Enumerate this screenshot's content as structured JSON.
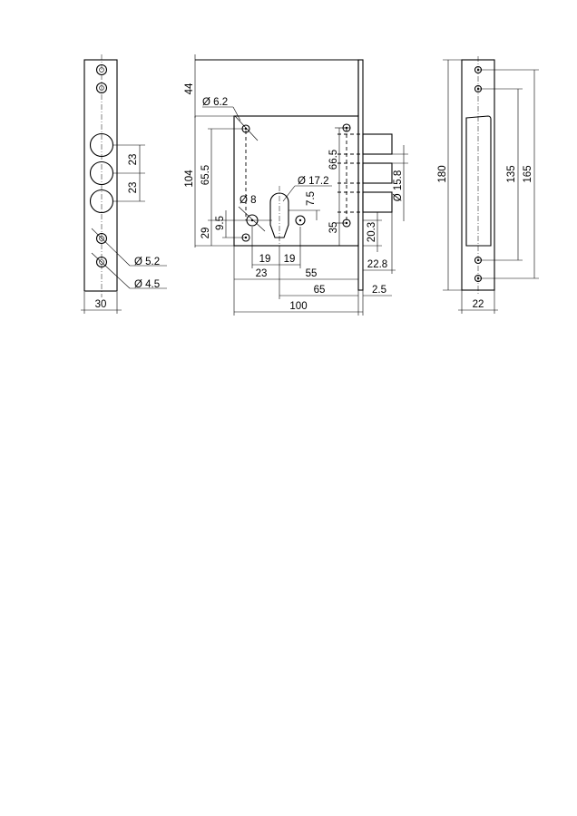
{
  "drawing": {
    "left_view": {
      "dims": {
        "pitch_top": "23",
        "pitch_bottom": "23",
        "hole_d1": "Ø 5.2",
        "hole_d2": "Ø 4.5",
        "width": "30"
      }
    },
    "front_view": {
      "dims": {
        "top_offset": "44",
        "screw_hole": "Ø 6.2",
        "height": "104",
        "cyl_height": "65.5",
        "lower_screw": "29",
        "cam_offset": "9.5",
        "hole_8": "Ø 8",
        "cylinder_d": "Ø 17.2",
        "cyl_step": "7.5",
        "half_left": "19",
        "half_right": "19",
        "backset_23": "23",
        "backset_55": "55",
        "depth_65": "65",
        "face_2_5": "2.5",
        "width_100": "100",
        "bolt_pitch": "66.5",
        "bolt_low": "35",
        "bolt_d": "Ø 15.8",
        "bolt_throw": "20.3",
        "bolt_proj": "22.8"
      }
    },
    "strike_view": {
      "dims": {
        "height": "180",
        "inner": "135",
        "outer": "165",
        "width": "22"
      }
    }
  }
}
